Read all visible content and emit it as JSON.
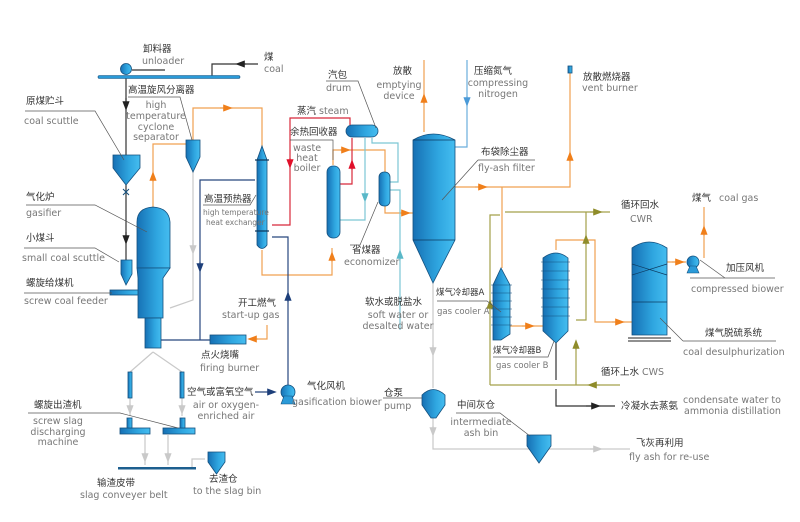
{
  "colors": {
    "equipment": "#2a9ad8",
    "gas_line": "#f0a050",
    "steam_line": "#d8283a",
    "water_line": "#7cc6d4",
    "cooling_water_line": "#a3a04a",
    "ash_line": "#c9c9c9",
    "air_line": "#27477e",
    "coal_line": "#333333"
  },
  "labels": {
    "unloader": {
      "zh": "卸料器",
      "en": [
        "unloader"
      ]
    },
    "coal": {
      "zh": "煤",
      "en": [
        "coal"
      ]
    },
    "cyclone": {
      "zh": "高温旋风分离器",
      "en": [
        "high",
        "temperature",
        "cyclone",
        "separator"
      ]
    },
    "coal_scuttle": {
      "zh": "原煤贮斗",
      "en": [
        "coal scuttle"
      ]
    },
    "gasifier": {
      "zh": "气化炉",
      "en": [
        "gasifier"
      ]
    },
    "small_coal_scuttle": {
      "zh": "小煤斗",
      "en": [
        "small coal scuttle"
      ]
    },
    "screw_coal_feeder": {
      "zh": "螺旋给煤机",
      "en": [
        "screw coal feeder"
      ]
    },
    "heat_exchanger": {
      "zh": "高温预热器",
      "en": [
        "high temperature",
        "heat exchanger"
      ]
    },
    "start_up_gas": {
      "zh": "开工燃气",
      "en": [
        "start-up gas"
      ]
    },
    "firing_burner": {
      "zh": "点火烧嘴",
      "en": [
        "firing burner"
      ]
    },
    "air": {
      "zh": "空气或富氧空气",
      "en": [
        "air or oxygen-",
        "enriched air"
      ]
    },
    "gasification_blower": {
      "zh": "气化风机",
      "en": [
        "gasification biower"
      ]
    },
    "screw_slag": {
      "zh": "螺旋出渣机",
      "en": [
        "screw slag",
        "discharging",
        "machine"
      ]
    },
    "slag_belt": {
      "zh": "输渣皮带",
      "en": [
        "slag conveyer belt"
      ]
    },
    "slag_bin": {
      "zh": "去渣仓",
      "en": [
        "to the slag bin"
      ]
    },
    "steam": {
      "zh": "蒸汽",
      "en": [
        "steam"
      ]
    },
    "drum": {
      "zh": "汽包",
      "en": [
        "drum"
      ]
    },
    "waste_heat_boiler": {
      "zh": "余热回收器",
      "en": [
        "waste",
        "heat",
        "boiler"
      ]
    },
    "economizer": {
      "zh": "省煤器",
      "en": [
        "economizer"
      ]
    },
    "emptying": {
      "zh": "放散",
      "en": [
        "emptying",
        "device"
      ]
    },
    "nitrogen": {
      "zh": "压缩氮气",
      "en": [
        "compressing",
        "nitrogen"
      ]
    },
    "vent_burner": {
      "zh": "放散燃烧器",
      "en": [
        "vent burner"
      ]
    },
    "fly_ash_filter": {
      "zh": "布袋除尘器",
      "en": [
        "fly-ash filter"
      ]
    },
    "soft_water": {
      "zh": "软水或脱盐水",
      "en": [
        "soft water or",
        "desalted water"
      ]
    },
    "pump": {
      "zh": "仓泵",
      "en": [
        "pump"
      ]
    },
    "ash_bin": {
      "zh": "中间灰仓",
      "en": [
        "intermediate",
        "ash bin"
      ]
    },
    "fly_ash_reuse": {
      "zh": "飞灰再利用",
      "en": [
        "fly ash for re-use"
      ]
    },
    "gas_cooler_a": {
      "zh": "煤气冷却器A",
      "en": [
        "gas cooler A"
      ]
    },
    "gas_cooler_b": {
      "zh": "煤气冷却器B",
      "en": [
        "gas cooler B"
      ]
    },
    "cwr": {
      "zh": "循环回水",
      "en": [
        "CWR"
      ]
    },
    "cws": {
      "zh": "循环上水",
      "en": [
        "CWS"
      ]
    },
    "condensate": {
      "zh": "冷凝水去蒸氨",
      "en": [
        "condensate water to",
        "ammonia distillation"
      ]
    },
    "coal_gas": {
      "zh": "煤气",
      "en": [
        "coal gas"
      ]
    },
    "compressed_blower": {
      "zh": "加压风机",
      "en": [
        "compressed biower"
      ]
    },
    "desulphurization": {
      "zh": "煤气脱硫系统",
      "en": [
        "coal desulphurization"
      ]
    }
  }
}
